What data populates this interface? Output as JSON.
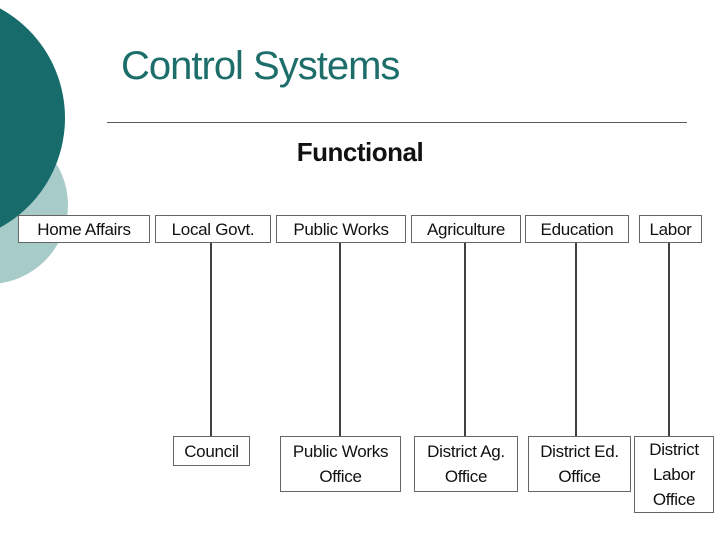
{
  "slide": {
    "title": "Control Systems",
    "subtitle": "Functional"
  },
  "colors": {
    "accent_dark_circle": "#176b6b",
    "accent_light_circle": "#a7cbc9",
    "title_text": "#1d6e6a",
    "divider_line": "#595959",
    "box_border": "#666666",
    "connector_line": "#404040"
  },
  "org_chart": {
    "top_row": [
      {
        "label": "Home Affairs"
      },
      {
        "label": "Local Govt."
      },
      {
        "label": "Public Works"
      },
      {
        "label": "Agriculture"
      },
      {
        "label": "Education"
      },
      {
        "label": "Labor"
      }
    ],
    "bottom_row": [
      {
        "lines": [
          "Council"
        ],
        "parent": "Local Govt."
      },
      {
        "lines": [
          "Public Works",
          "Office"
        ],
        "parent": "Public Works"
      },
      {
        "lines": [
          "District Ag.",
          "Office"
        ],
        "parent": "Agriculture"
      },
      {
        "lines": [
          "District Ed.",
          "Office"
        ],
        "parent": "Education"
      },
      {
        "lines": [
          "District",
          "Labor",
          "Office"
        ],
        "parent": "Labor"
      }
    ]
  }
}
